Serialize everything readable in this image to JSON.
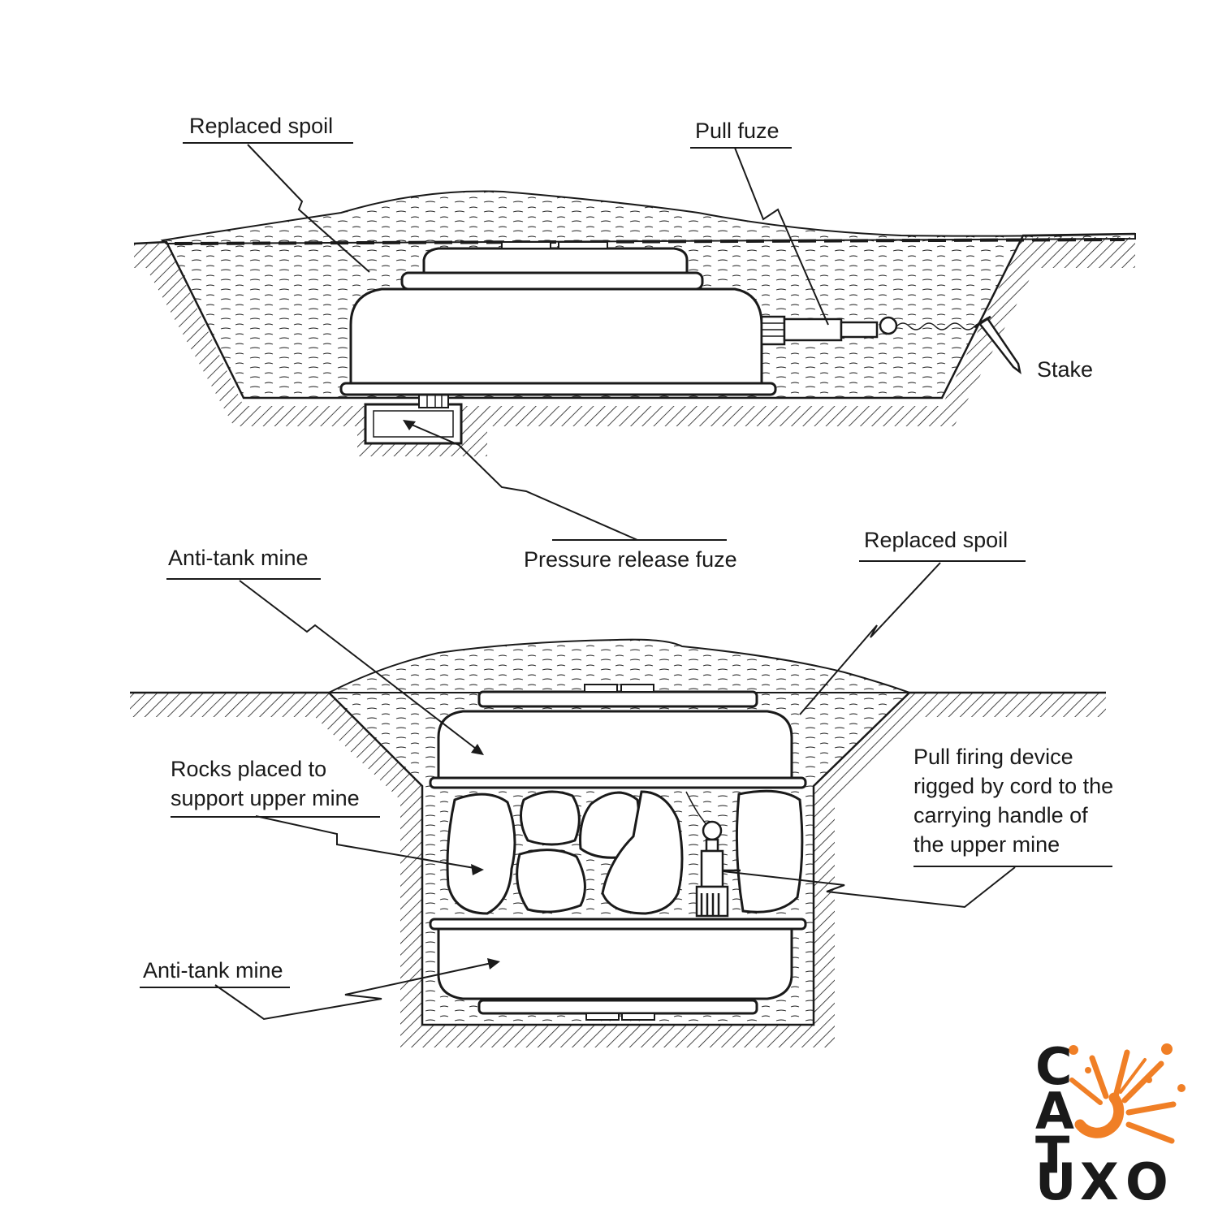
{
  "colors": {
    "ink": "#1a1a1a",
    "accent": "#f07f26",
    "paper": "#ffffff"
  },
  "top_diagram": {
    "labels": {
      "replaced_spoil": "Replaced spoil",
      "pull_fuze": "Pull fuze",
      "stake": "Stake",
      "pressure_release_fuze": "Pressure release fuze"
    }
  },
  "bottom_diagram": {
    "labels": {
      "anti_tank_mine_upper": "Anti-tank mine",
      "replaced_spoil": "Replaced spoil",
      "rocks_line1": "Rocks placed to",
      "rocks_line2": "support upper mine",
      "pull_device_line1": "Pull firing device",
      "pull_device_line2": "rigged by cord to the",
      "pull_device_line3": "carrying handle of",
      "pull_device_line4": "the upper mine",
      "anti_tank_mine_lower": "Anti-tank mine"
    }
  },
  "logo": {
    "letters": [
      "C",
      "A",
      "T",
      "U",
      "X",
      "O"
    ]
  }
}
